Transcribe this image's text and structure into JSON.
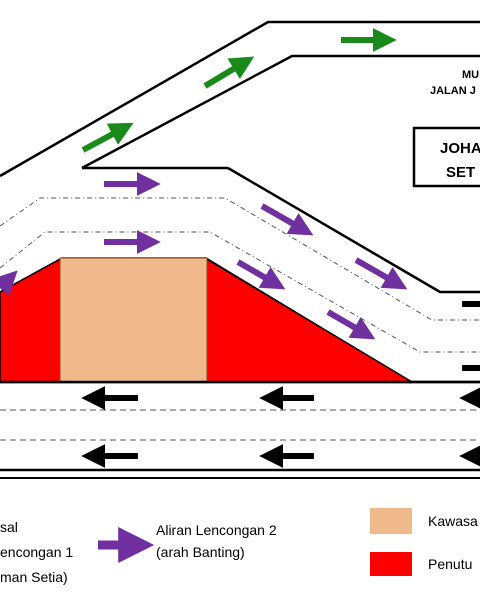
{
  "map_labels": {
    "top_right_line1": "MU",
    "top_right_line2": "JALAN J",
    "box_line1": "JOHA",
    "box_line2": "SET"
  },
  "legend": {
    "item1_lines": [
      "sal",
      "encongan 1",
      "man Setia)"
    ],
    "item2_lines": [
      "Aliran Lencongan 2",
      "(arah Banting)"
    ],
    "item3_label": "Kawasa",
    "item4_label": "Penutu"
  },
  "colors": {
    "road_fill": "#ffffff",
    "road_edge": "#000000",
    "closure_red": "#ff0000",
    "work_area": "#f0b98b",
    "arrow_green": "#1a8a1a",
    "arrow_purple": "#7030a0",
    "arrow_black": "#000000"
  },
  "arrows": {
    "green": [
      {
        "name": "arrow-green-1",
        "icon": "green-arrow-icon",
        "direction": "northeast"
      },
      {
        "name": "arrow-green-2",
        "icon": "green-arrow-icon",
        "direction": "northeast"
      },
      {
        "name": "arrow-green-3",
        "icon": "green-arrow-icon",
        "direction": "east"
      }
    ],
    "purple": [
      {
        "name": "arrow-purple-1",
        "icon": "purple-arrow-icon",
        "direction": "east"
      },
      {
        "name": "arrow-purple-2",
        "icon": "purple-arrow-icon",
        "direction": "east"
      },
      {
        "name": "arrow-purple-3",
        "icon": "purple-arrow-icon",
        "direction": "southeast"
      },
      {
        "name": "arrow-purple-4",
        "icon": "purple-arrow-icon",
        "direction": "southeast"
      },
      {
        "name": "arrow-purple-5",
        "icon": "purple-arrow-icon",
        "direction": "southeast"
      },
      {
        "name": "arrow-purple-6",
        "icon": "purple-arrow-icon",
        "direction": "southeast"
      },
      {
        "name": "arrow-purple-7",
        "icon": "purple-arrow-icon",
        "direction": "northeast"
      }
    ],
    "black": [
      {
        "name": "arrow-black-1",
        "icon": "black-arrow-icon",
        "direction": "west"
      },
      {
        "name": "arrow-black-2",
        "icon": "black-arrow-icon",
        "direction": "west"
      },
      {
        "name": "arrow-black-3",
        "icon": "black-arrow-icon",
        "direction": "west"
      },
      {
        "name": "arrow-black-4",
        "icon": "black-arrow-icon",
        "direction": "west"
      },
      {
        "name": "arrow-black-5",
        "icon": "black-arrow-icon",
        "direction": "west"
      },
      {
        "name": "arrow-black-6",
        "icon": "black-arrow-icon",
        "direction": "west"
      },
      {
        "name": "arrow-black-7",
        "icon": "black-arrow-icon",
        "direction": "west"
      },
      {
        "name": "arrow-black-8",
        "icon": "black-arrow-icon",
        "direction": "west"
      }
    ]
  }
}
